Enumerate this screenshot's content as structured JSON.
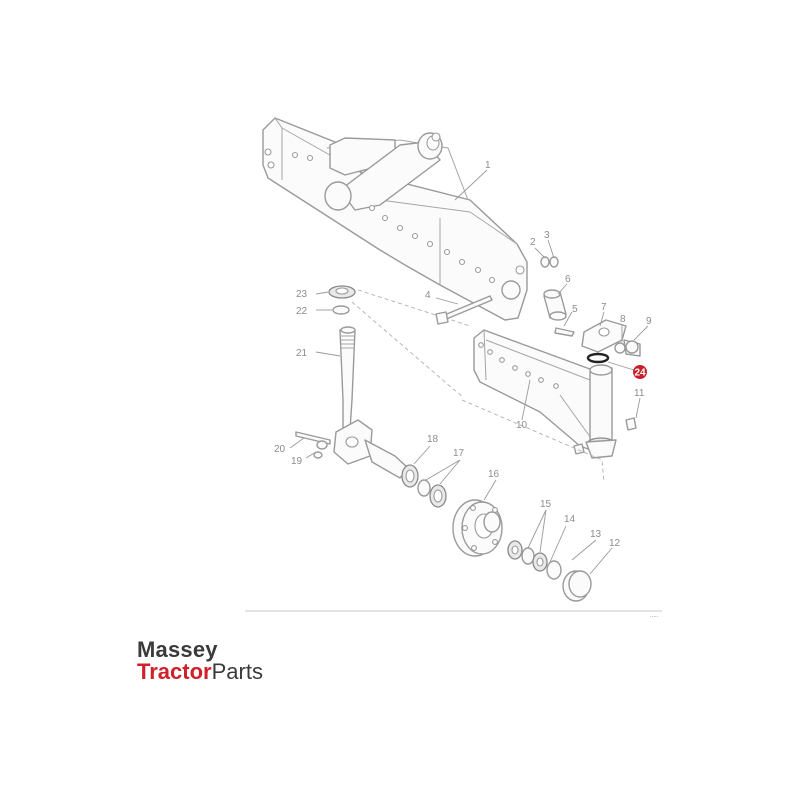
{
  "diagram": {
    "callouts": [
      {
        "number": "1"
      },
      {
        "number": "2"
      },
      {
        "number": "3"
      },
      {
        "number": "4"
      },
      {
        "number": "5"
      },
      {
        "number": "6"
      },
      {
        "number": "7"
      },
      {
        "number": "8"
      },
      {
        "number": "9"
      },
      {
        "number": "10"
      },
      {
        "number": "11"
      },
      {
        "number": "12"
      },
      {
        "number": "13"
      },
      {
        "number": "14"
      },
      {
        "number": "15"
      },
      {
        "number": "16"
      },
      {
        "number": "17"
      },
      {
        "number": "18"
      },
      {
        "number": "19"
      },
      {
        "number": "20"
      },
      {
        "number": "21"
      },
      {
        "number": "22"
      },
      {
        "number": "23"
      }
    ],
    "highlighted_callout": {
      "number": "24",
      "color": "#c8202a"
    },
    "reference_code": "....."
  },
  "brand": {
    "line1": "Massey",
    "line2_a": "Tractor",
    "line2_b": "Parts",
    "accent_color": "#d0202a",
    "text_color": "#3a3a3a"
  }
}
